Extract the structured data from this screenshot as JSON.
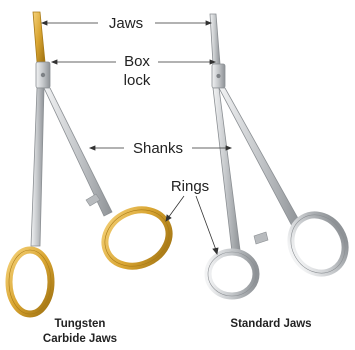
{
  "labels": {
    "jaws": "Jaws",
    "box_lock_line1": "Box",
    "box_lock_line2": "lock",
    "shanks": "Shanks",
    "rings": "Rings"
  },
  "captions": {
    "left_line1": "Tungsten",
    "left_line2": "Carbide Jaws",
    "right": "Standard Jaws"
  },
  "colors": {
    "steel": "#c9ccce",
    "steel_edge": "#8b8f93",
    "gold": "#d9a531",
    "gold_edge": "#a87a16",
    "leader": "#333333"
  }
}
